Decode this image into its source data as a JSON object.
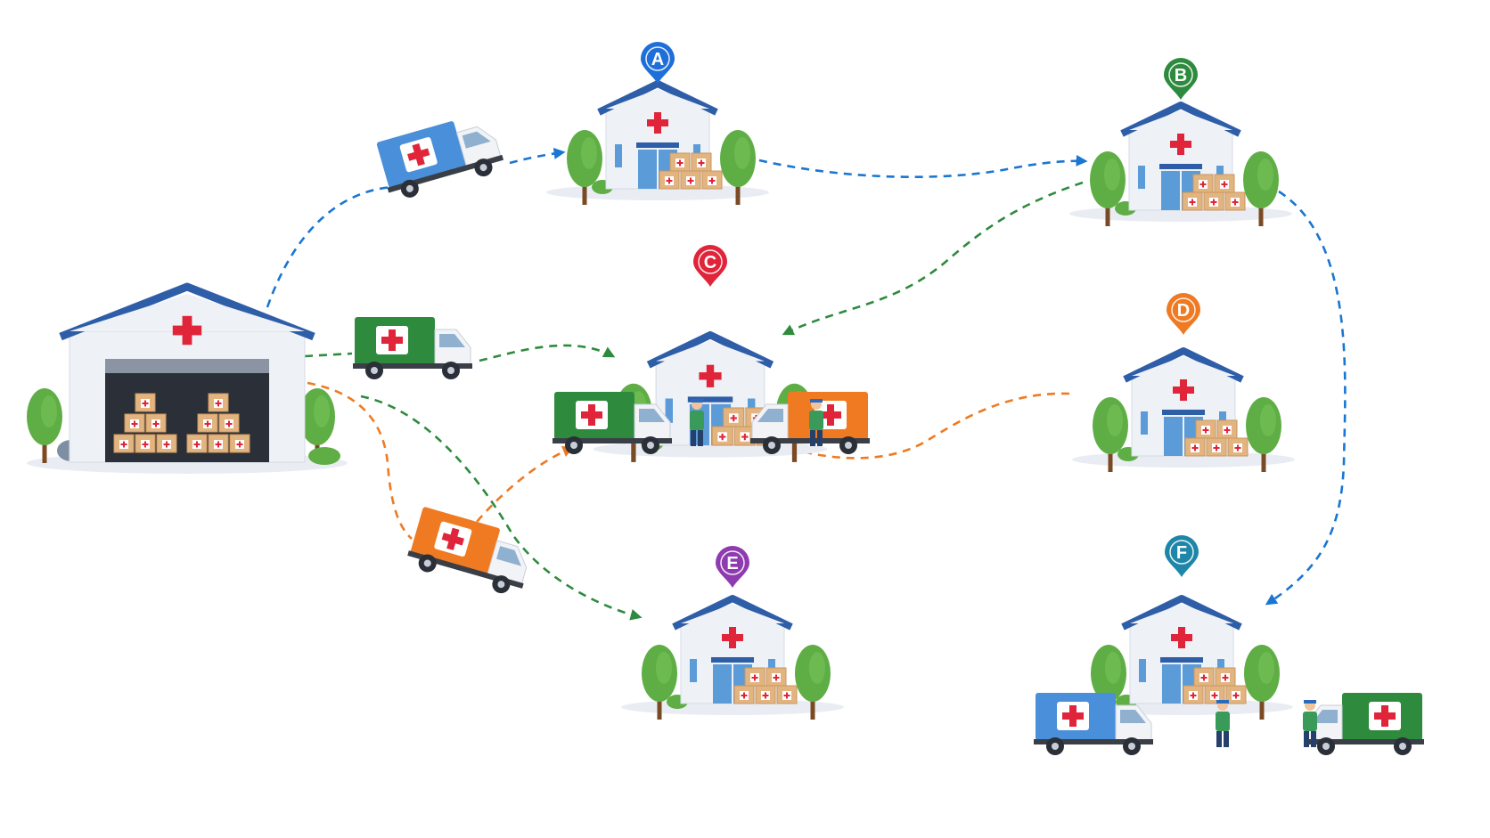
{
  "colors": {
    "background": "#ffffff",
    "route_blue": "#1976d2",
    "route_green": "#2e8b3e",
    "route_orange": "#ef7a22",
    "roof": "#2f5ea8",
    "wall": "#eef1f6",
    "cross": "#e0243a",
    "window": "#5b9bd8",
    "box": "#e2b580",
    "tree": "#5fae45",
    "trunk": "#7a4a24"
  },
  "warehouse": {
    "icon": "warehouse-icon"
  },
  "clinics": [
    {
      "id": "A",
      "label": "A",
      "pin_color": "#1e6fd9",
      "icon": "hospital-icon"
    },
    {
      "id": "B",
      "label": "B",
      "pin_color": "#2e8b3e",
      "icon": "hospital-icon"
    },
    {
      "id": "C",
      "label": "C",
      "pin_color": "#e0243a",
      "icon": "hospital-icon"
    },
    {
      "id": "D",
      "label": "D",
      "pin_color": "#ef7a22",
      "icon": "hospital-icon"
    },
    {
      "id": "E",
      "label": "E",
      "pin_color": "#8e3bb0",
      "icon": "hospital-icon"
    },
    {
      "id": "F",
      "label": "F",
      "pin_color": "#1e86a8",
      "icon": "hospital-icon"
    }
  ],
  "trucks": [
    {
      "id": "blue-route",
      "color": "#4a8fd9",
      "icon": "delivery-truck-icon"
    },
    {
      "id": "green-route",
      "color": "#2e8b3e",
      "icon": "delivery-truck-icon"
    },
    {
      "id": "orange-route",
      "color": "#ef7a22",
      "icon": "delivery-truck-icon"
    }
  ],
  "routes": [
    {
      "id": "blue-warehouse-to-A",
      "color": "blue",
      "from": "warehouse",
      "to": "A"
    },
    {
      "id": "blue-A-to-B",
      "color": "blue",
      "from": "A",
      "to": "B"
    },
    {
      "id": "blue-B-to-F",
      "color": "blue",
      "from": "B",
      "to": "F"
    },
    {
      "id": "green-warehouse-to-C",
      "color": "green",
      "from": "warehouse",
      "to": "C"
    },
    {
      "id": "green-B-to-C",
      "color": "green",
      "from": "B",
      "to": "C"
    },
    {
      "id": "green-warehouse-to-E",
      "color": "green",
      "from": "warehouse",
      "to": "E"
    },
    {
      "id": "orange-warehouse-to-C",
      "color": "orange",
      "from": "warehouse",
      "to": "C"
    },
    {
      "id": "orange-C-to-D",
      "color": "orange",
      "from": "C",
      "to": "D"
    }
  ]
}
